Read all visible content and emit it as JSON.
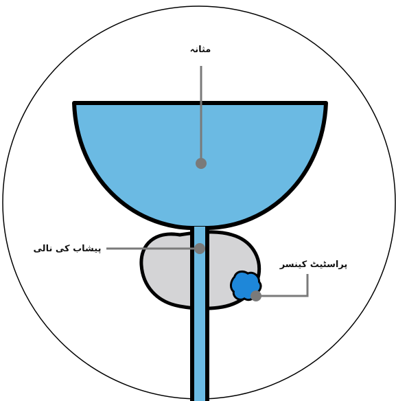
{
  "labels": {
    "bladder": "مثانہ",
    "urethra": "پیشاب کی نالی",
    "prostate_cancer": "پراسٹیٹ کینسر"
  },
  "colors": {
    "bladder_fill": "#6bbae3",
    "prostate_fill": "#d4d4d6",
    "tumor_fill": "#1e87d9",
    "outline": "#000000",
    "pointer": "#7a7a7a"
  }
}
